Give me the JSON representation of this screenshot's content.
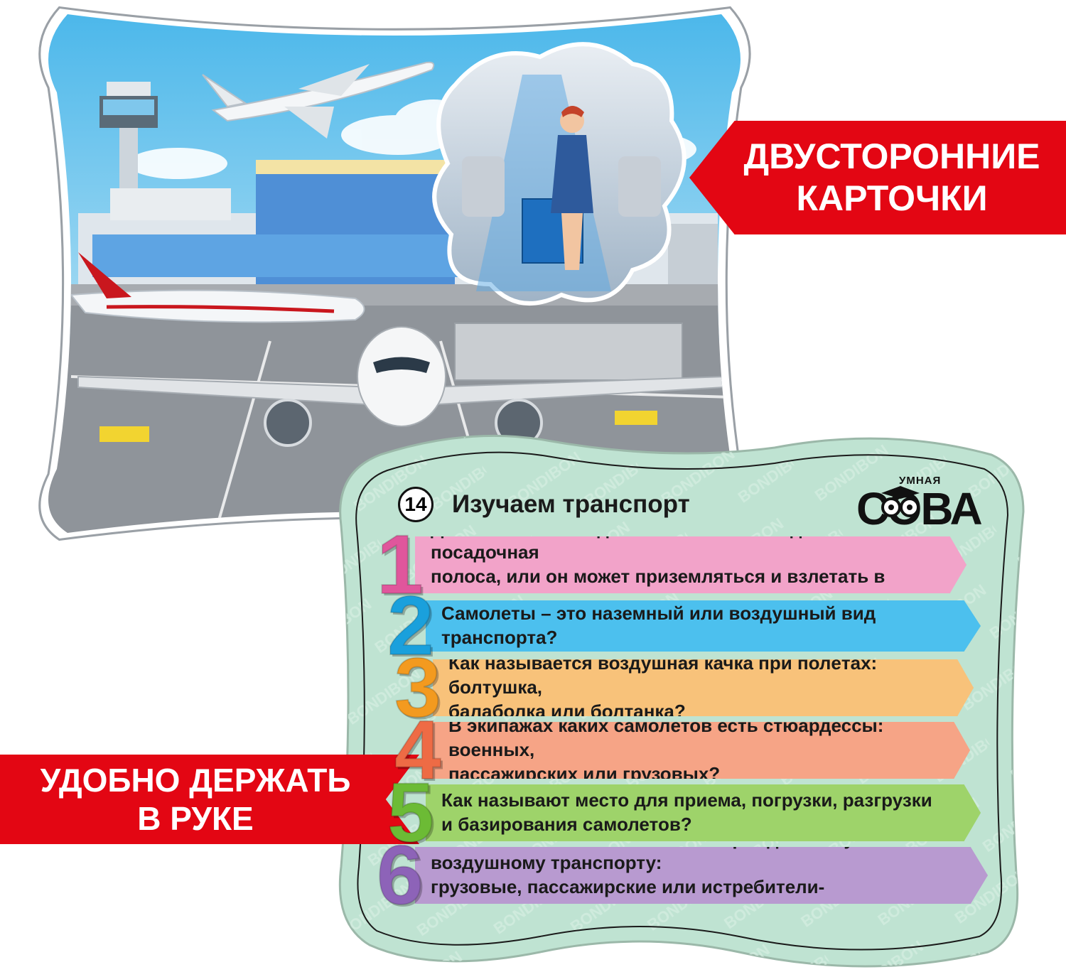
{
  "banners": {
    "top_line1": "ДВУСТОРОННИЕ",
    "top_line2": "КАРТОЧКИ",
    "bottom_line1": "УДОБНО ДЕРЖАТЬ",
    "bottom_line2": "В РУКЕ"
  },
  "card": {
    "number": "14",
    "title": "Изучаем транспорт",
    "logo_small": "УМНАЯ",
    "logo_big": "СОВА",
    "watermark": "BONDIBON",
    "questions": [
      {
        "num": "1",
        "color": "#f2a3c9",
        "numColor": "#e0569c",
        "line1": "Для взлета и посадки самолета необходима взлётно-посадочная",
        "line2": "полоса, или он может приземляться и взлетать в любом месте?"
      },
      {
        "num": "2",
        "color": "#4cc0ee",
        "numColor": "#1aa0dc",
        "line1": "Самолеты – это наземный или воздушный вид транспорта?",
        "line2": ""
      },
      {
        "num": "3",
        "color": "#f8c27a",
        "numColor": "#f39a1f",
        "line1": "Как называется воздушная качка при полётах: болтушка,",
        "line2": "балаболка или болтанка?"
      },
      {
        "num": "4",
        "color": "#f6a486",
        "numColor": "#ee6b45",
        "line1": "В экипажах каких самолётов есть стюардессы: военных,",
        "line2": "пассажирских или грузовых?"
      },
      {
        "num": "5",
        "color": "#9ed36a",
        "numColor": "#6cbb35",
        "line1": "Как называют место для приема, погрузки, разгрузки",
        "line2": "и базирования самолетов?"
      },
      {
        "num": "6",
        "color": "#b89ad0",
        "numColor": "#8d63b8",
        "line1": "Какие самолёты не относятся к гражданскому воздушному транспорту:",
        "line2": "грузовые, пассажирские или истребители-бомбардировщики?"
      }
    ]
  },
  "colors": {
    "banner_red": "#e30613",
    "sky": "#5cc2ee",
    "tarmac": "#8f949a",
    "card_mint": "#bfe3d2"
  }
}
